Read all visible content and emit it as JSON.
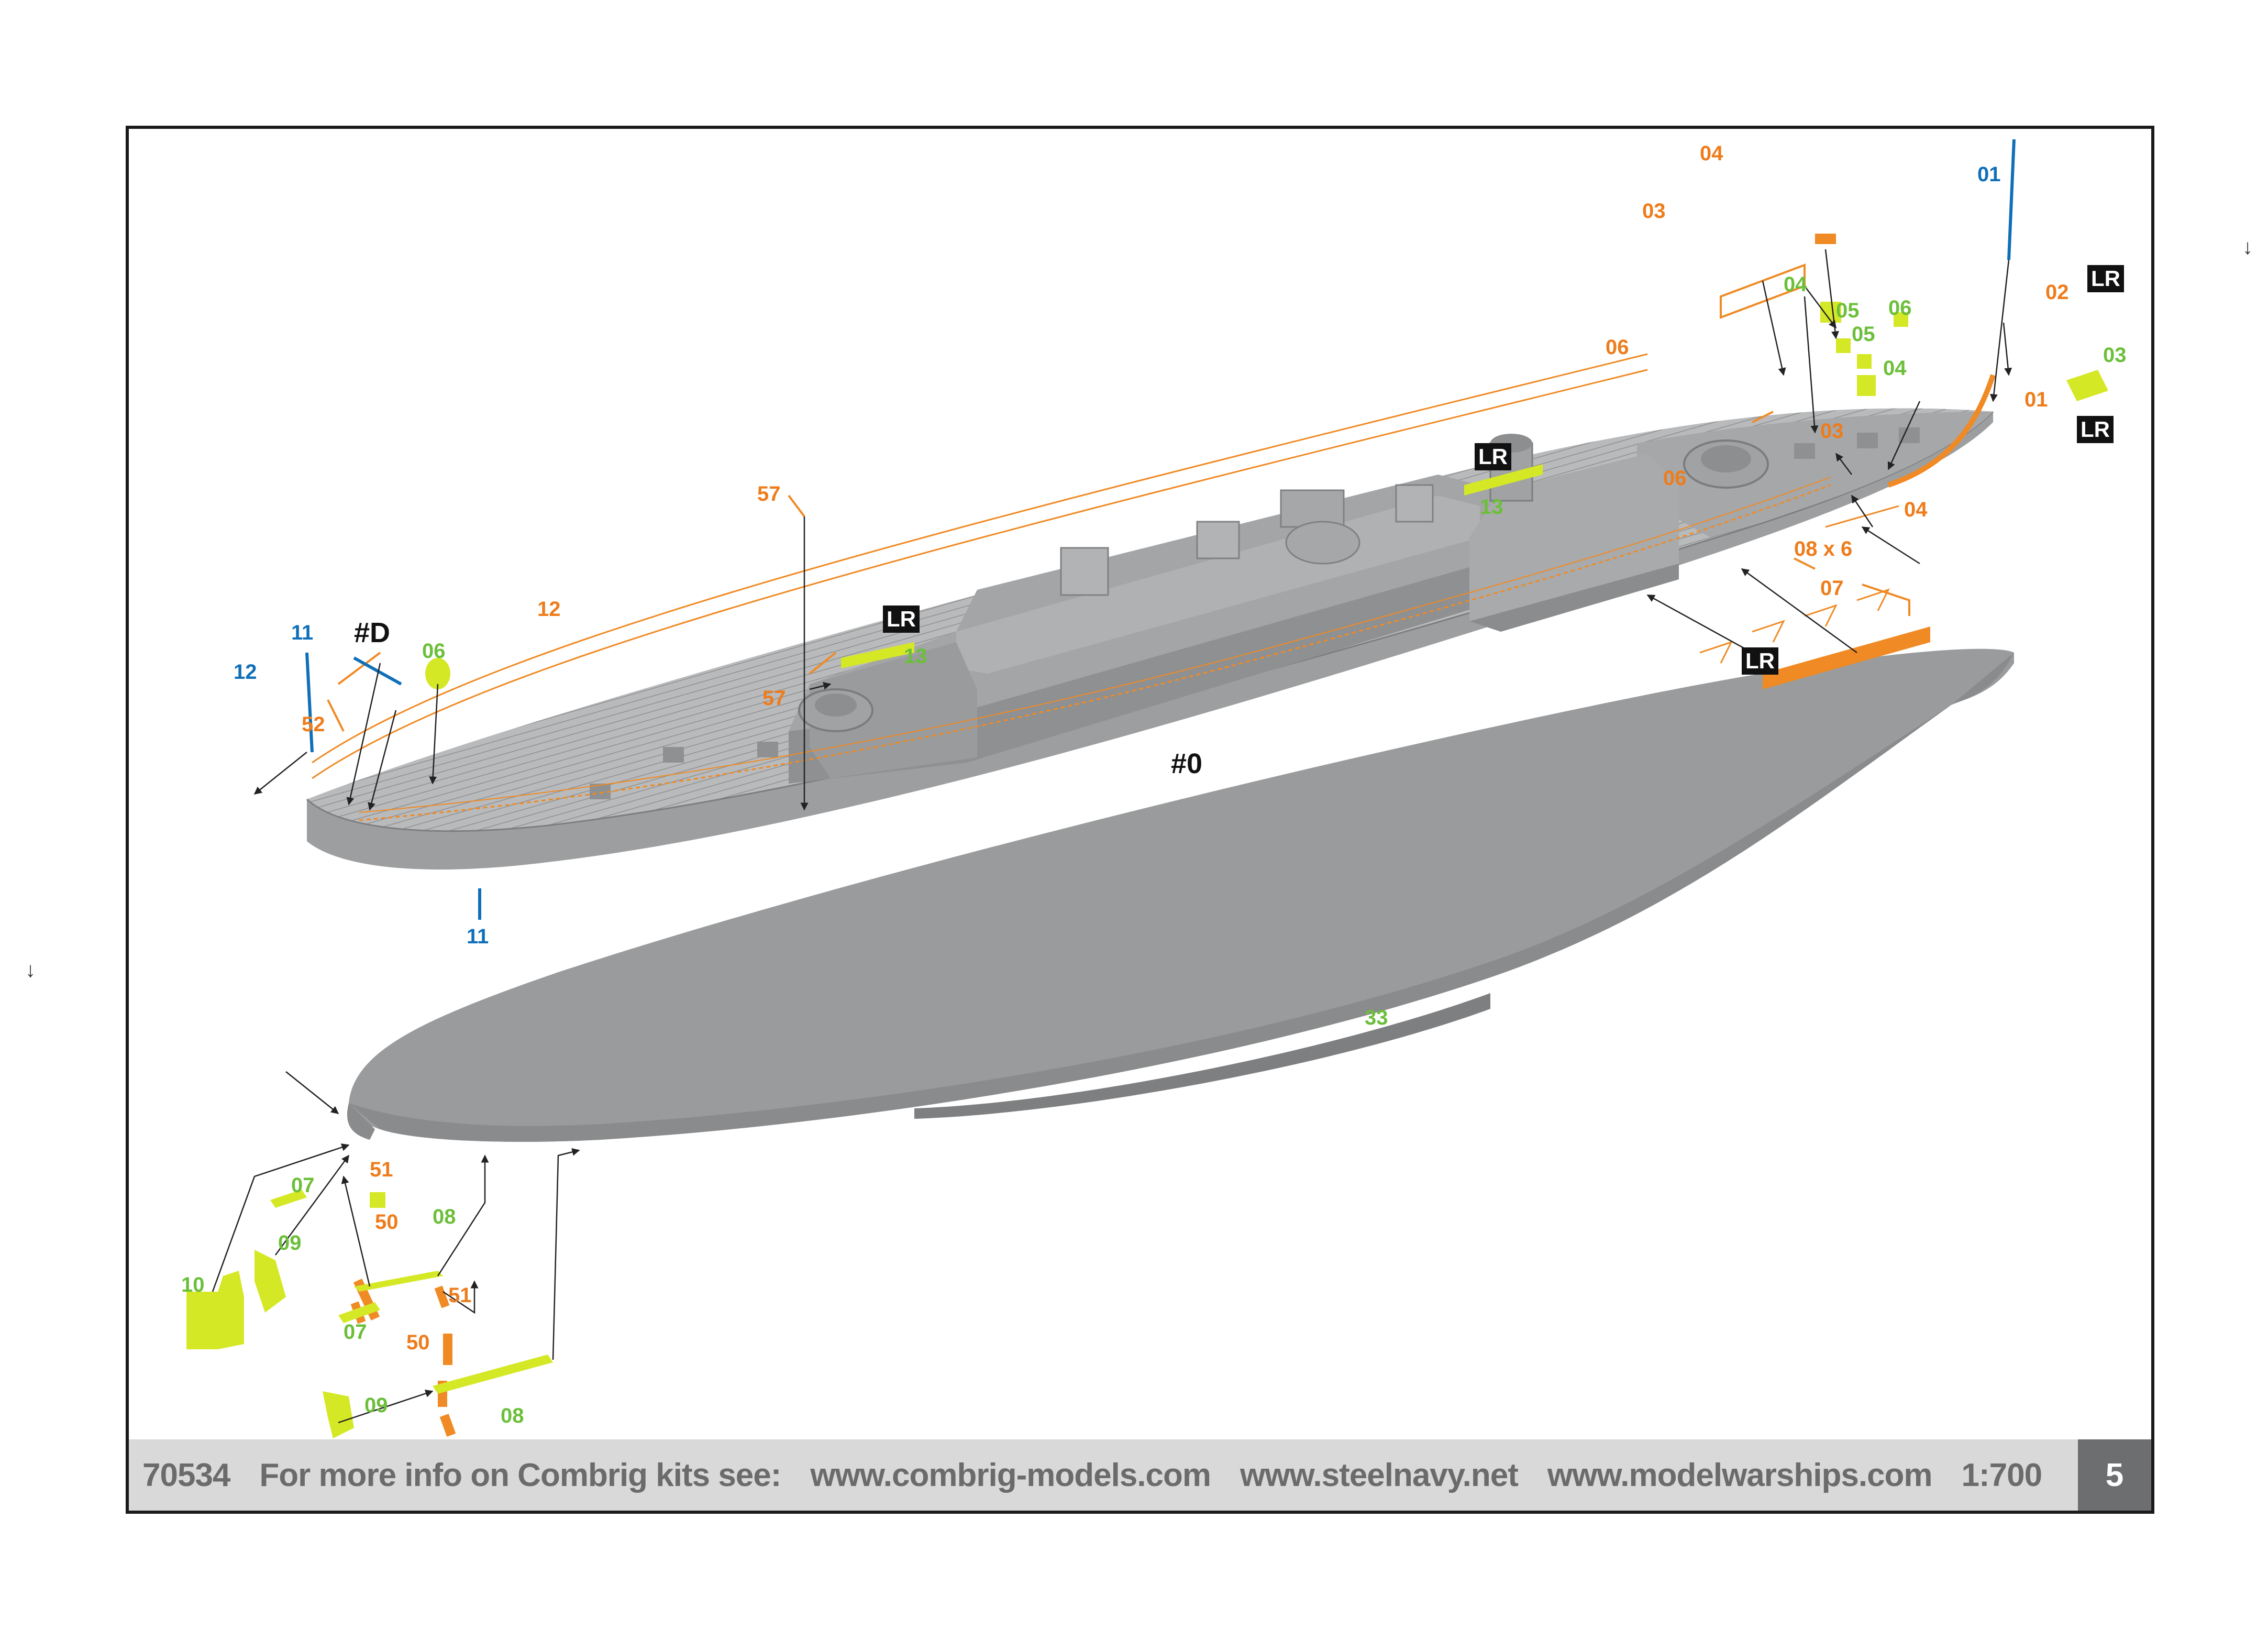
{
  "colors": {
    "grey_part": "#a9aaab",
    "grey_dark": "#8e8f90",
    "deck": "#b8b9ba",
    "orange": "#f08a24",
    "orange_text": "#ee7c1b",
    "green": "#d5e826",
    "green_text": "#6cbf3a",
    "blue": "#0f6fb8",
    "black": "#111111"
  },
  "footer": {
    "kit_number": "70534",
    "info_text": "For more info on Combrig kits see:",
    "site1": "www.combrig-models.com",
    "site2": "www.steelnavy.net",
    "site3": "www.modelwarships.com",
    "scale": "1:700",
    "page": "5"
  },
  "assembly": {
    "main_hull": "#0",
    "aft_detail": "#D",
    "lower_hull": "33",
    "lr_tag": "LR",
    "parts_orange": [
      "04",
      "03",
      "06",
      "02",
      "01",
      "03",
      "04",
      "06",
      "08 x 6",
      "07",
      "57",
      "57",
      "12",
      "52",
      "51",
      "50",
      "51",
      "50"
    ],
    "parts_green": [
      "04",
      "05",
      "06",
      "05",
      "04",
      "03",
      "13",
      "13",
      "06",
      "07",
      "08",
      "09",
      "10",
      "07",
      "09",
      "08"
    ],
    "parts_blue": [
      "01",
      "11",
      "12",
      "11"
    ]
  },
  "labels": {
    "o04_top": "04",
    "o03_top": "03",
    "o06_left": "06",
    "o02": "02",
    "o01": "01",
    "o03_right": "03",
    "o04_right": "04",
    "o06_mid": "06",
    "o08x6": "08 x 6",
    "o07": "07",
    "o57_top": "57",
    "o57_mid": "57",
    "o12": "12",
    "o52": "52",
    "o51_a": "51",
    "o50_a": "50",
    "o51_b": "51",
    "o50_b": "50",
    "g04_a": "04",
    "g05_a": "05",
    "g06_a": "06",
    "g05_b": "05",
    "g04_b": "04",
    "g03": "03",
    "g13_a": "13",
    "g13_b": "13",
    "g06_b": "06",
    "g07_a": "07",
    "g08_a": "08",
    "g09_a": "09",
    "g10": "10",
    "g07_b": "07",
    "g09_b": "09",
    "g08_b": "08",
    "g33": "33",
    "b01": "01",
    "b11_a": "11",
    "b12": "12",
    "b11_b": "11",
    "hash0": "#0",
    "hashD": "#D",
    "lr": "LR"
  }
}
